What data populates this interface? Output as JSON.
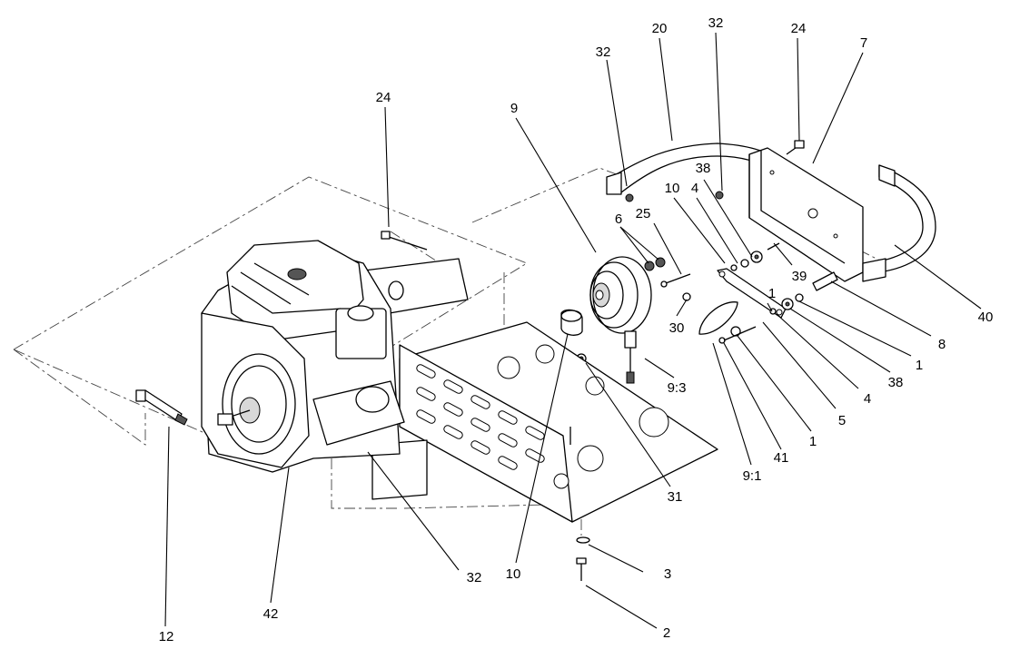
{
  "callouts": [
    {
      "id": "c1",
      "label": "32"
    },
    {
      "id": "c2",
      "label": "20"
    },
    {
      "id": "c3",
      "label": "32"
    },
    {
      "id": "c4",
      "label": "24"
    },
    {
      "id": "c5",
      "label": "7"
    },
    {
      "id": "c6",
      "label": "24"
    },
    {
      "id": "c7",
      "label": "9"
    },
    {
      "id": "c8",
      "label": "38"
    },
    {
      "id": "c9",
      "label": "10"
    },
    {
      "id": "c10",
      "label": "4"
    },
    {
      "id": "c11",
      "label": "6"
    },
    {
      "id": "c12",
      "label": "25"
    },
    {
      "id": "c13",
      "label": "39"
    },
    {
      "id": "c14",
      "label": "1"
    },
    {
      "id": "c15",
      "label": "40"
    },
    {
      "id": "c16",
      "label": "30"
    },
    {
      "id": "c17",
      "label": "8"
    },
    {
      "id": "c18",
      "label": "1"
    },
    {
      "id": "c19",
      "label": "38"
    },
    {
      "id": "c20",
      "label": "9:3"
    },
    {
      "id": "c21",
      "label": "4"
    },
    {
      "id": "c22",
      "label": "5"
    },
    {
      "id": "c23",
      "label": "1"
    },
    {
      "id": "c24",
      "label": "41"
    },
    {
      "id": "c25",
      "label": "9:1"
    },
    {
      "id": "c26",
      "label": "31"
    },
    {
      "id": "c27",
      "label": "3"
    },
    {
      "id": "c28",
      "label": "32"
    },
    {
      "id": "c29",
      "label": "10"
    },
    {
      "id": "c30",
      "label": "42"
    },
    {
      "id": "c31",
      "label": "2"
    },
    {
      "id": "c32",
      "label": "12"
    }
  ]
}
